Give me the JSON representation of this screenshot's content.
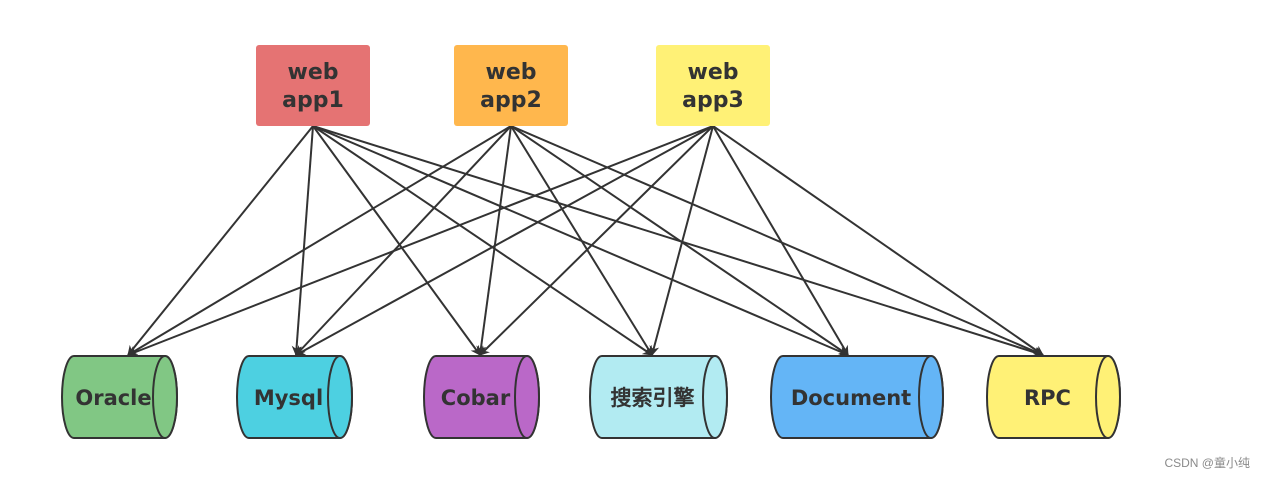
{
  "diagram": {
    "apps": [
      {
        "id": "app1",
        "lines": [
          "web",
          "app1"
        ],
        "color": "#e57373"
      },
      {
        "id": "app2",
        "lines": [
          "web",
          "app2"
        ],
        "color": "#ffb74d"
      },
      {
        "id": "app3",
        "lines": [
          "web",
          "app3"
        ],
        "color": "#fff176"
      }
    ],
    "backends": [
      {
        "id": "oracle",
        "label": "Oracle",
        "color": "#81c784"
      },
      {
        "id": "mysql",
        "label": "Mysql",
        "color": "#4dd0e1"
      },
      {
        "id": "cobar",
        "label": "Cobar",
        "color": "#ba68c8"
      },
      {
        "id": "search",
        "label": "搜索引擎",
        "color": "#b2ebf2"
      },
      {
        "id": "document",
        "label": "Document",
        "color": "#64b5f6"
      },
      {
        "id": "rpc",
        "label": "RPC",
        "color": "#fff176"
      }
    ],
    "edges": [
      [
        "app1",
        "oracle"
      ],
      [
        "app1",
        "mysql"
      ],
      [
        "app1",
        "cobar"
      ],
      [
        "app1",
        "search"
      ],
      [
        "app1",
        "document"
      ],
      [
        "app1",
        "rpc"
      ],
      [
        "app2",
        "oracle"
      ],
      [
        "app2",
        "mysql"
      ],
      [
        "app2",
        "cobar"
      ],
      [
        "app2",
        "search"
      ],
      [
        "app2",
        "document"
      ],
      [
        "app2",
        "rpc"
      ],
      [
        "app3",
        "oracle"
      ],
      [
        "app3",
        "mysql"
      ],
      [
        "app3",
        "cobar"
      ],
      [
        "app3",
        "search"
      ],
      [
        "app3",
        "document"
      ],
      [
        "app3",
        "rpc"
      ]
    ],
    "stroke_color": "#333333"
  },
  "watermark": "CSDN @童小纯"
}
